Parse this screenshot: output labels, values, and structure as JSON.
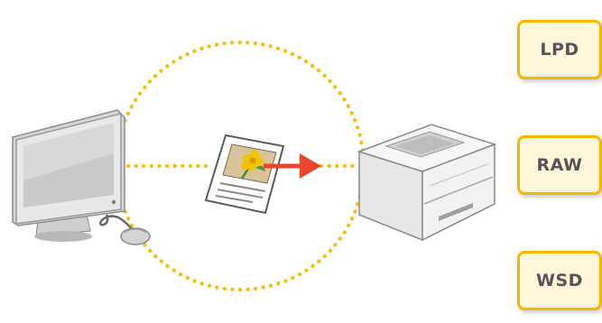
{
  "protocols": [
    {
      "label": "LPD"
    },
    {
      "label": "RAW"
    },
    {
      "label": "WSD"
    }
  ],
  "colors": {
    "dotted_line": "#f5c21b",
    "arrow": "#e8452c",
    "card_border": "#f5b700",
    "card_fill": "#fff6dc",
    "label_text": "#555555"
  },
  "icons": [
    "computer-icon",
    "document-icon",
    "arrow-right-icon",
    "printer-icon"
  ]
}
